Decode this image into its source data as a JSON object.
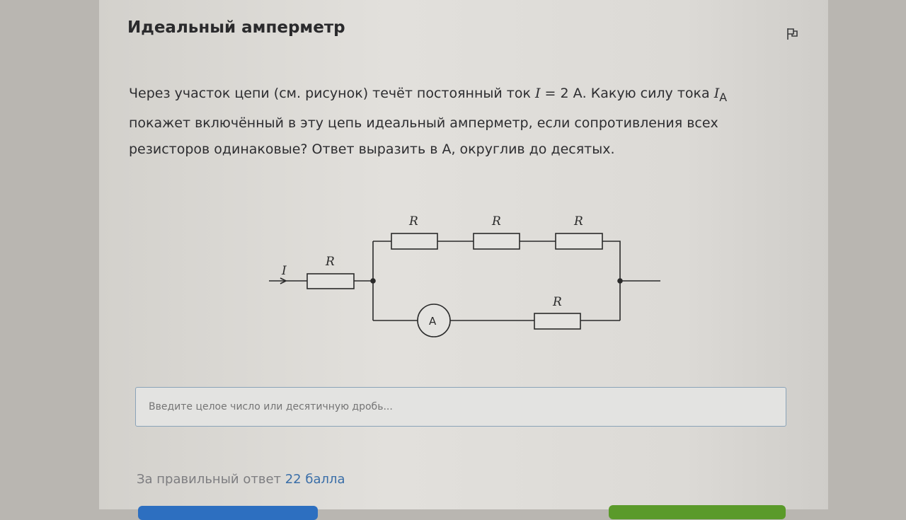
{
  "title": "Идеальный амперметр",
  "question": {
    "part1": "Через участок цепи (см. рисунок) течёт постоянный ток ",
    "var_I": "I",
    "eq": " = 2 ",
    "part2": "А. Какую силу тока ",
    "var_IA": "I",
    "sub_A": "A",
    "part3": " покажет включённый в эту цепь идеальный амперметр, если сопротивления всех резисторов одинаковые? Ответ выразить в А, округлив до десятых."
  },
  "circuit": {
    "current_label": "I",
    "resistor_label": "R",
    "ammeter_label": "A"
  },
  "answer": {
    "placeholder": "Введите целое число или десятичную дробь...",
    "value": ""
  },
  "points": {
    "prefix": "За правильный ответ ",
    "value": "22 балла"
  },
  "icons": {
    "flag": "flag-icon"
  }
}
